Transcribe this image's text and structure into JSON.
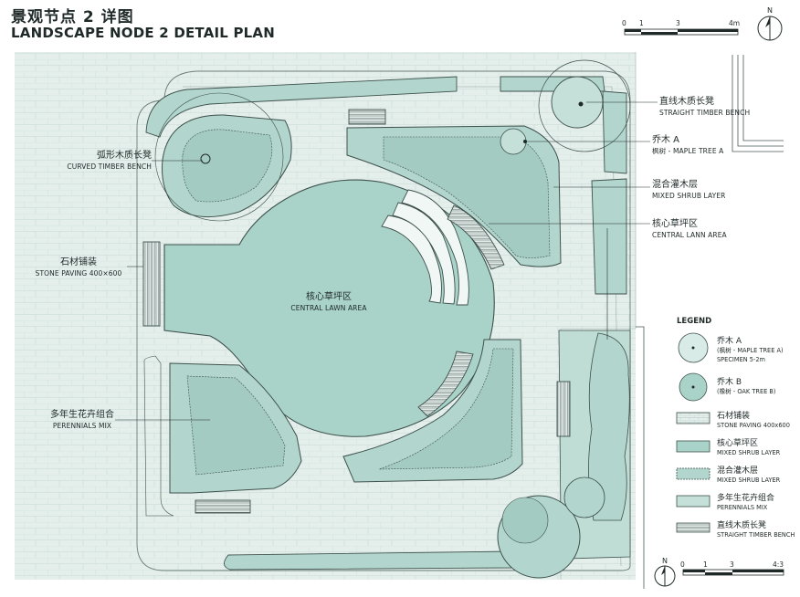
{
  "title": {
    "cn": "景观节点 2 详图",
    "en": "LANDSCAPE NODE 2 DETAIL PLAN"
  },
  "labels": {
    "curved_bench": {
      "cn": "弧形木质长凳",
      "en": "CURVED TIMBER BENCH"
    },
    "stone_paving": {
      "cn": "石材铺装",
      "en": "STONE PAVING 400×600"
    },
    "perennials": {
      "cn": "多年生花卉组合",
      "en": "PERENNIALS MIX"
    },
    "central_lawn": {
      "cn": "核心草坪区",
      "en": "CENTRAL LAWN AREA"
    },
    "straight_bench": {
      "cn": "直线木质长凳",
      "en": "STRAIGHT TIMBER BENCH"
    },
    "maple_tree": {
      "cn": "乔木 A",
      "en": "枫树 - MAPLE TREE A"
    },
    "mixed_shrub": {
      "cn": "混合灌木层",
      "en": "MIXED SHRUB LAYER"
    },
    "central_lann": {
      "cn": "核心草坪区",
      "en": "CENTRAL LANN AREA"
    }
  },
  "legend": {
    "title": "LEGEND",
    "items": [
      {
        "cn": "乔木 A",
        "en1": "(枫树 - MAPLE TREE A)",
        "en2": "SPECIMEN 5-2m"
      },
      {
        "cn": "乔木 B",
        "en1": "(橡树 - OAK TREE B)"
      },
      {
        "cn": "石材铺装",
        "en1": "STONE PAVING 400x600"
      },
      {
        "cn": "核心草坪区",
        "en1": "MIXED SHRUB LAYER"
      },
      {
        "cn": "混合灌木层",
        "en1": "MIXED SHRUB LAYER"
      },
      {
        "cn": "多年生花卉组合",
        "en1": "PERENNIALS MIX"
      },
      {
        "cn": "直线木质长凳",
        "en1": "STRAIGHT TIMBER BENCH"
      }
    ]
  },
  "scale_top": {
    "ticks": [
      "0",
      "1",
      "3",
      "4m"
    ],
    "north": "N"
  },
  "scale_bottom": {
    "ticks": [
      "0",
      "1",
      "3",
      "4:3"
    ],
    "north": "N"
  },
  "colors": {
    "paving": "#e3eeeb",
    "lawn": "#a9d2c9",
    "shrub": "#b2d6cd",
    "outline": "#3e514c",
    "path": "#f4f9f7"
  }
}
